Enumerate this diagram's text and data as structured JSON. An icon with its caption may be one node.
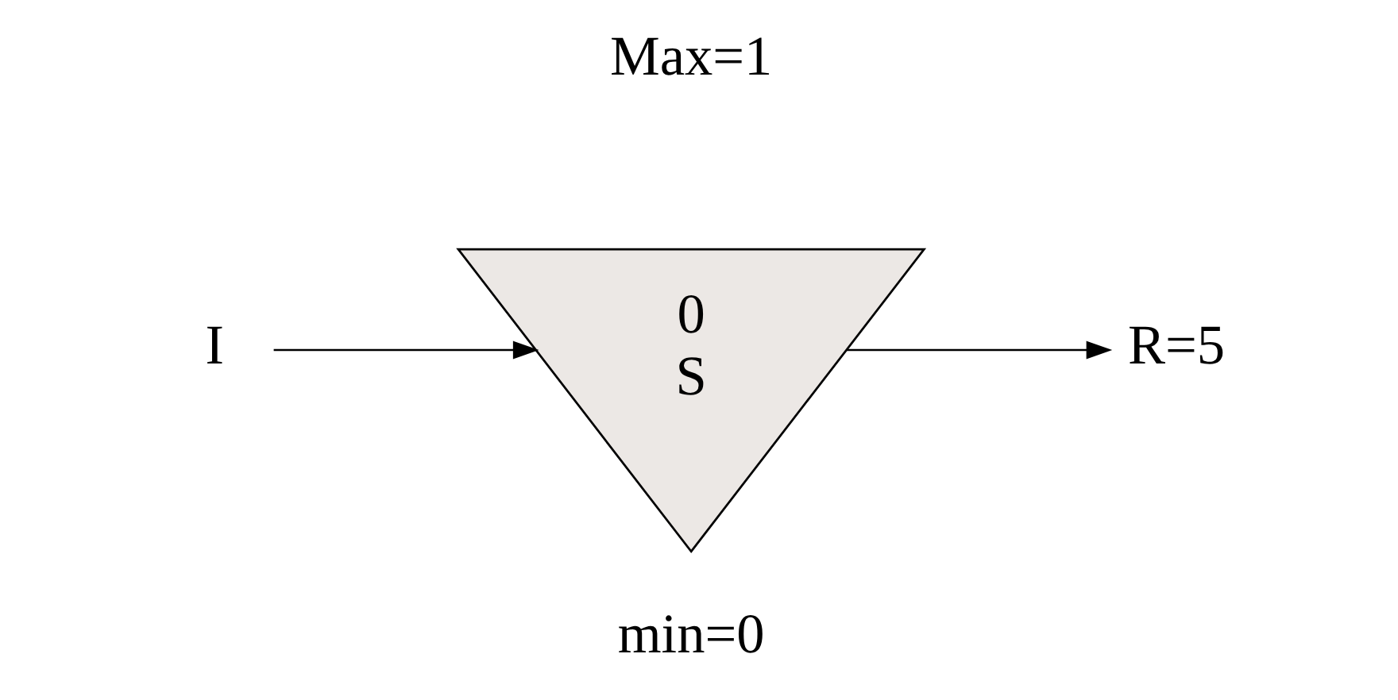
{
  "diagram": {
    "nodes": [
      {
        "text": [
          "I"
        ]
      },
      {
        "text": [
          "0",
          "S"
        ],
        "beside": [
          "Max=1",
          "min=0"
        ]
      },
      {
        "text": [
          "R=5"
        ]
      }
    ],
    "edges": [
      {
        "from": 0,
        "to": 1,
        "arrow": "to"
      },
      {
        "from": 1,
        "to": 2,
        "arrow": "to"
      }
    ]
  }
}
